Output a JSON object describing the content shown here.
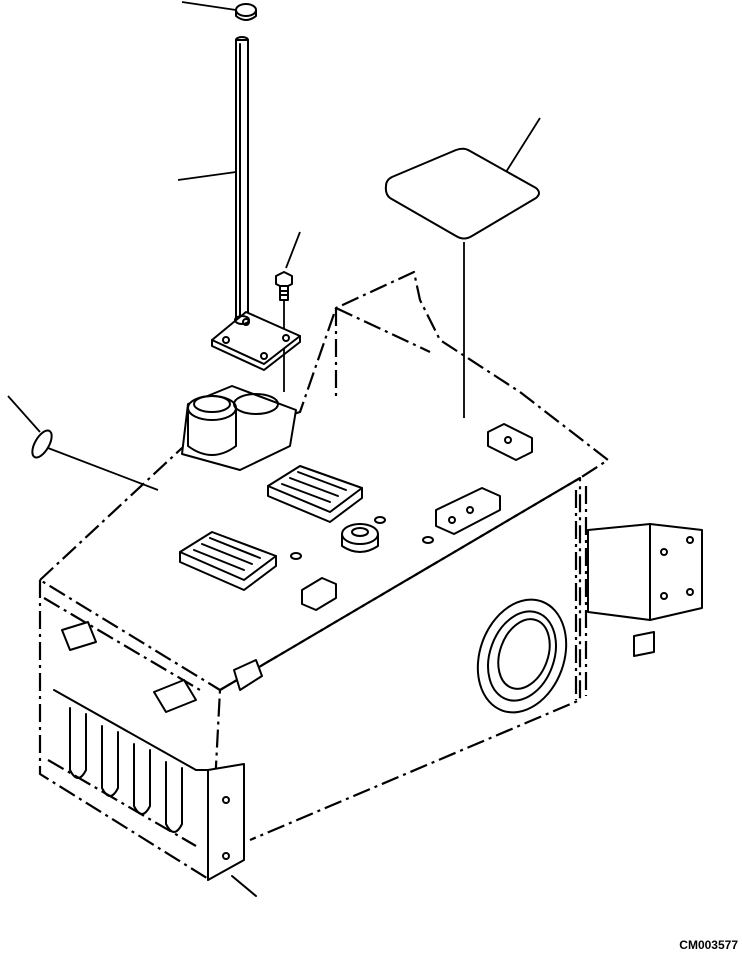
{
  "figure": {
    "code": "CM003577"
  },
  "parts": [
    {
      "name": "cap"
    },
    {
      "name": "filler-pipe"
    },
    {
      "name": "bolt"
    },
    {
      "name": "label-plate"
    },
    {
      "name": "o-ring"
    },
    {
      "name": "tank"
    }
  ],
  "colors": {
    "ink": "#000000",
    "paper": "#ffffff"
  }
}
